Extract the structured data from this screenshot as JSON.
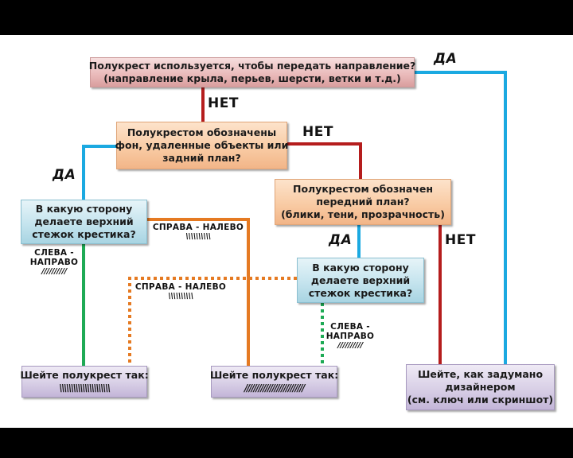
{
  "colors": {
    "yes_line": "#1ba9e1",
    "no_line": "#b51d1d",
    "left_line": "#1eaa55",
    "right_line": "#e57a22"
  },
  "nodes": {
    "q_direction": {
      "lines": [
        "Полукрест используется, чтобы передать направление?",
        "(направление крыла, перьев, шерсти, ветки и т.д.)"
      ]
    },
    "q_background": {
      "lines": [
        "Полукрестом обозначены",
        "фон, удаленные объекты или",
        "задний план?"
      ]
    },
    "q_foreground": {
      "lines": [
        "Полукрестом обозначен",
        "передний план?",
        "(блики, тени, прозрачность)"
      ]
    },
    "q_side_left": {
      "lines": [
        "В какую сторону",
        "делаете верхний",
        "стежок крестика?"
      ]
    },
    "q_side_right": {
      "lines": [
        "В какую сторону",
        "делаете верхний",
        "стежок крестика?"
      ]
    },
    "result_backslash": {
      "lines": [
        "Шейте полукрест так:",
        "\\\\\\\\\\\\\\\\\\\\\\\\\\\\\\\\\\\\\\\\\\\\"
      ]
    },
    "result_slash": {
      "lines": [
        "Шейте полукрест так:",
        "//////////////////////////"
      ]
    },
    "result_designer": {
      "lines": [
        "Шейте, как задумано",
        "дизайнером",
        "(см. ключ или скриншот)"
      ]
    }
  },
  "labels": {
    "yes": "ДА",
    "no": "НЕТ",
    "left_to_right_1": "СЛЕВА -",
    "left_to_right_2": "НАПРАВО",
    "left_to_right_hatch": "//////////",
    "right_to_left": "СПРАВА - НАЛЕВО",
    "right_to_left_hatch": "\\\\\\\\\\\\\\\\\\\\"
  }
}
